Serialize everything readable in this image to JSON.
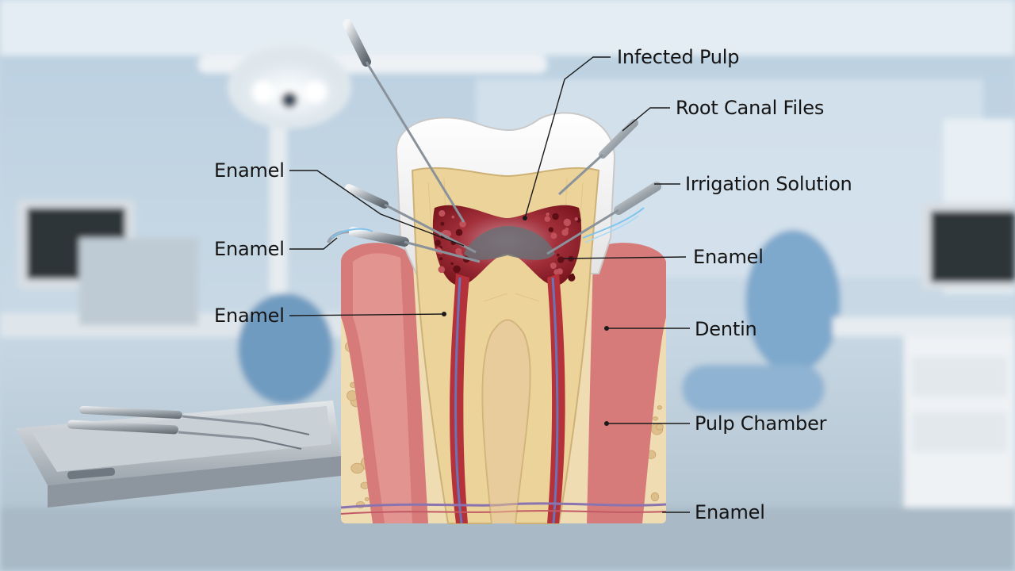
{
  "labels": {
    "infected_pulp": "Infected Pulp",
    "root_canal_files": "Root Canal Files",
    "irrigation_solution": "Irrigation Solution",
    "enamel_left_1": "Enamel",
    "enamel_left_2": "Enamel",
    "enamel_left_3": "Enamel",
    "enamel_right_1": "Enamel",
    "dentin": "Dentin",
    "pulp_chamber": "Pulp Chamber",
    "enamel_right_2": "Enamel"
  },
  "colors": {
    "background": "#c6d7e4",
    "enamel": "#f7f7f7",
    "dentin": "#ecd6a2",
    "pulp_infected": "#9a1f2a",
    "gum": "#d87a7a",
    "bone": "#f1dfb8",
    "nerve": "#6b6fb3",
    "instrument": "#9aa3ab"
  }
}
